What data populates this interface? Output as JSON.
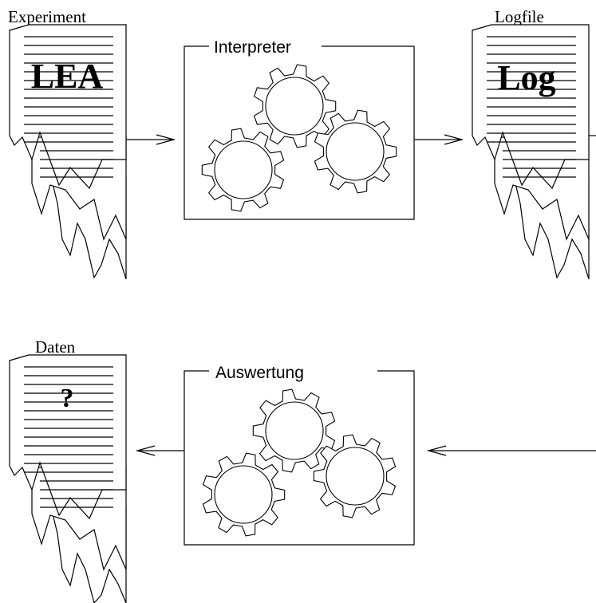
{
  "labels": {
    "experiment": "Experiment",
    "logfile": "Logfile",
    "daten": "Daten",
    "interpreter": "Interpreter",
    "auswertung": "Auswertung"
  },
  "documents": {
    "lea": "LEA",
    "log": "Log",
    "daten": "?"
  }
}
